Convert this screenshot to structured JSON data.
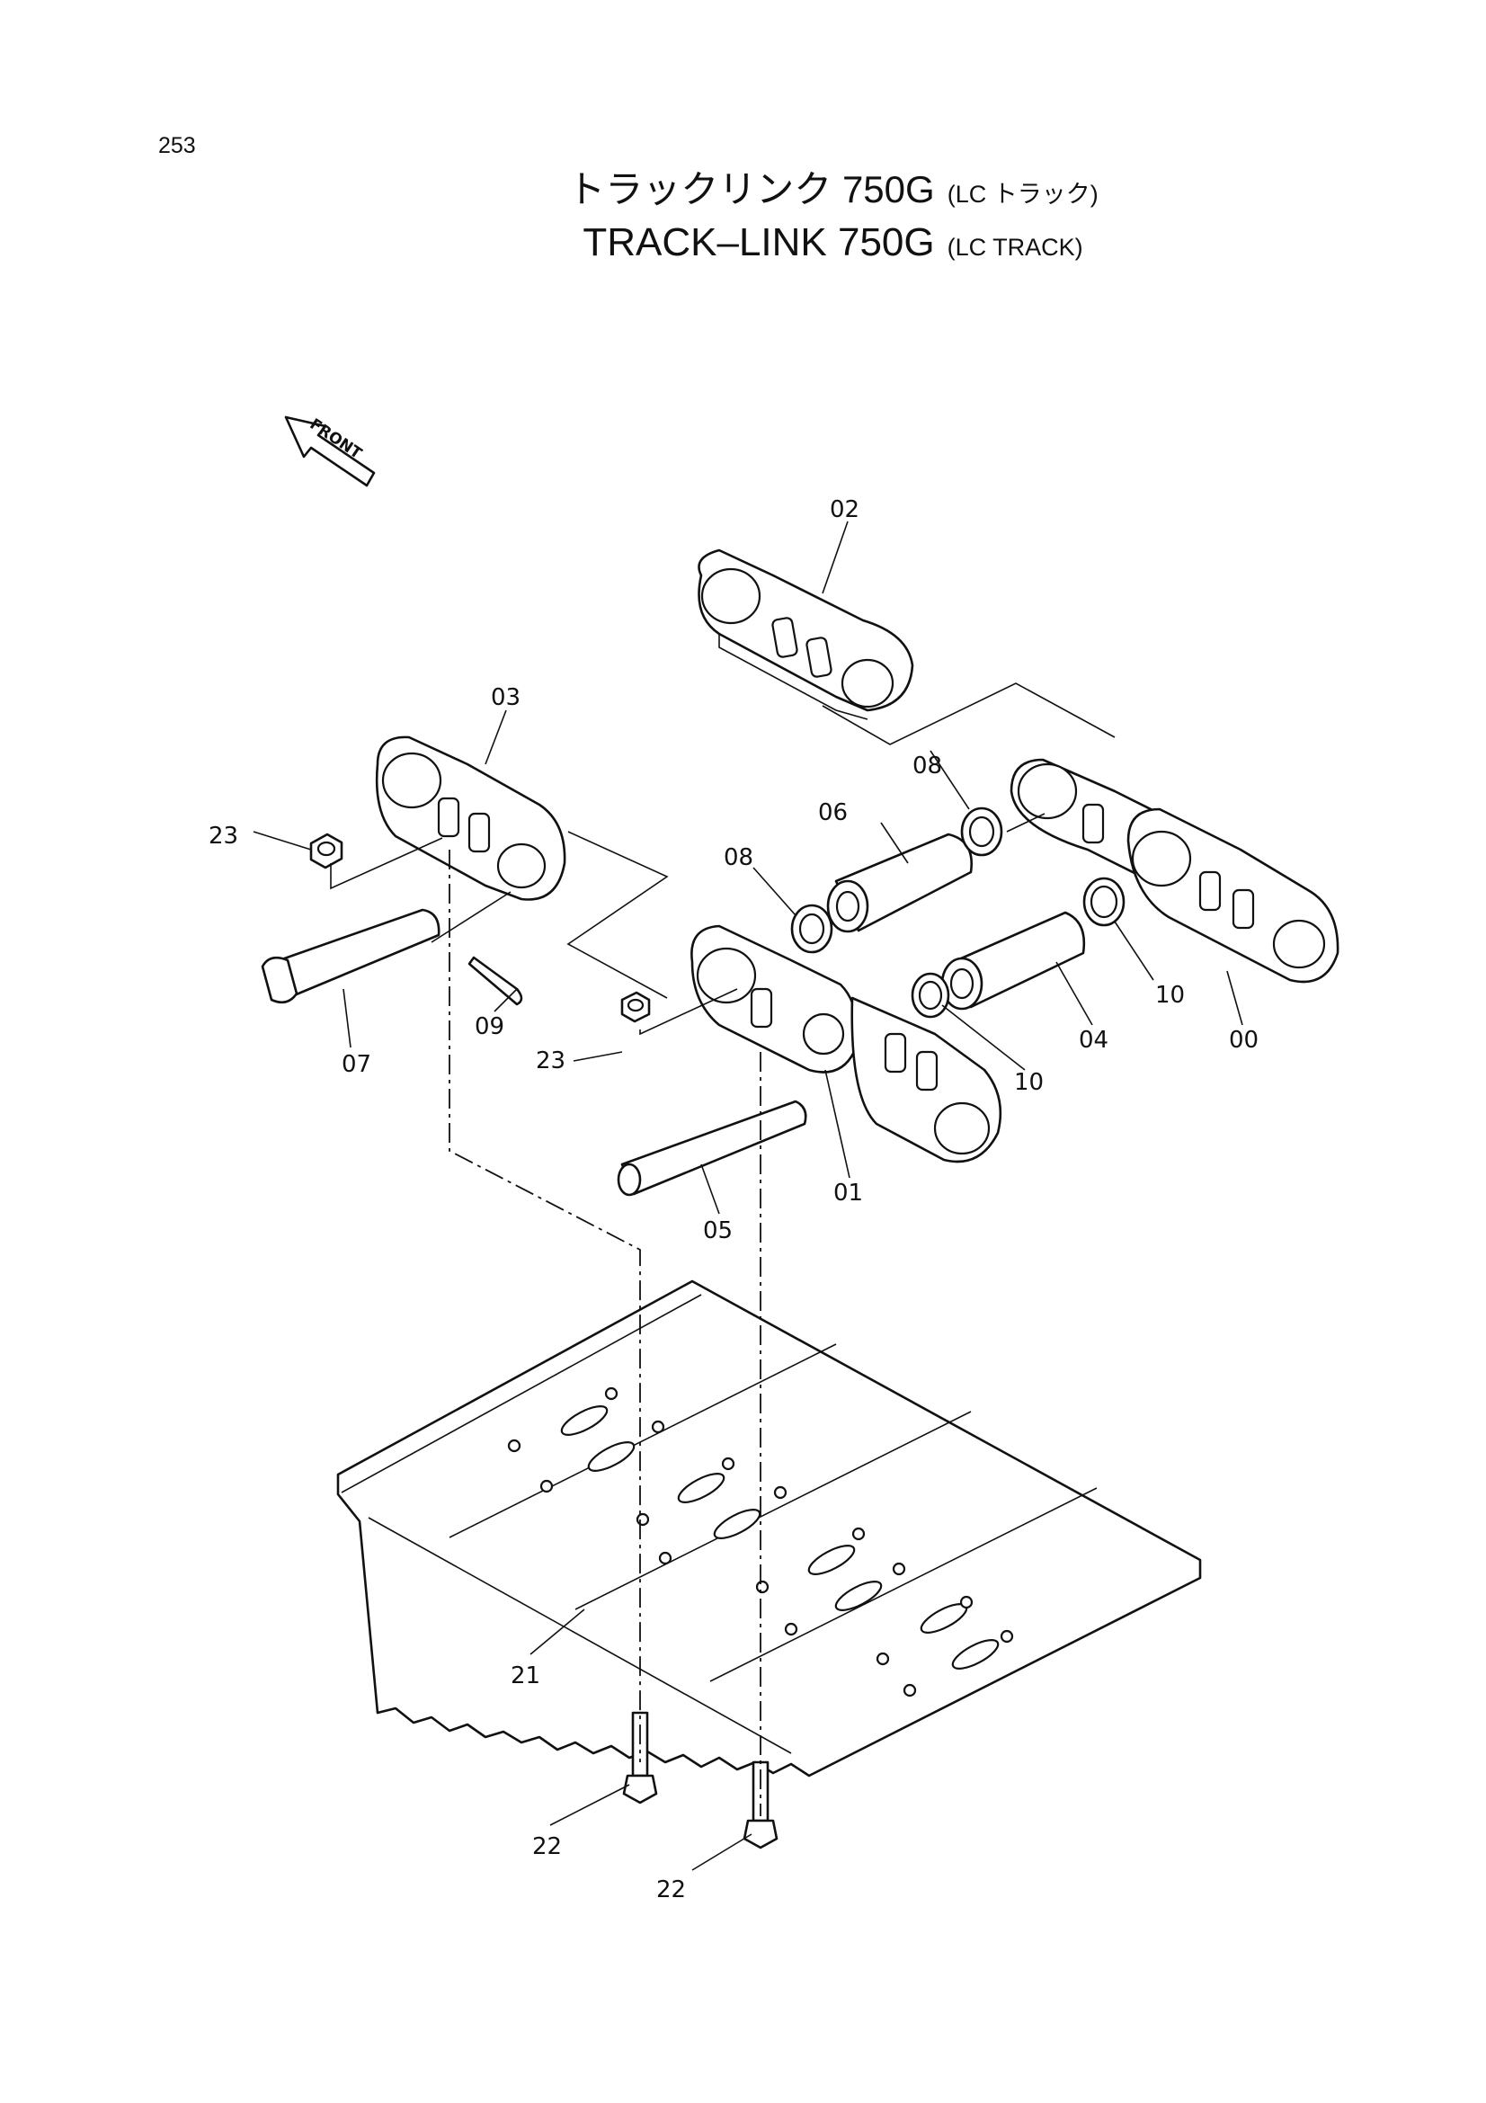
{
  "page_number": "253",
  "title": {
    "jp_main": "トラックリンク 750G",
    "jp_sub": "(LC トラック)",
    "en_main": "TRACK–LINK 750G",
    "en_sub": "(LC TRACK)"
  },
  "front_arrow_label": "FRONT",
  "callouts": {
    "c00": "00",
    "c01": "01",
    "c02": "02",
    "c03": "03",
    "c04": "04",
    "c05": "05",
    "c06": "06",
    "c07": "07",
    "c08a": "08",
    "c08b": "08",
    "c09": "09",
    "c10a": "10",
    "c10b": "10",
    "c21": "21",
    "c22a": "22",
    "c22b": "22",
    "c23a": "23",
    "c23b": "23"
  }
}
